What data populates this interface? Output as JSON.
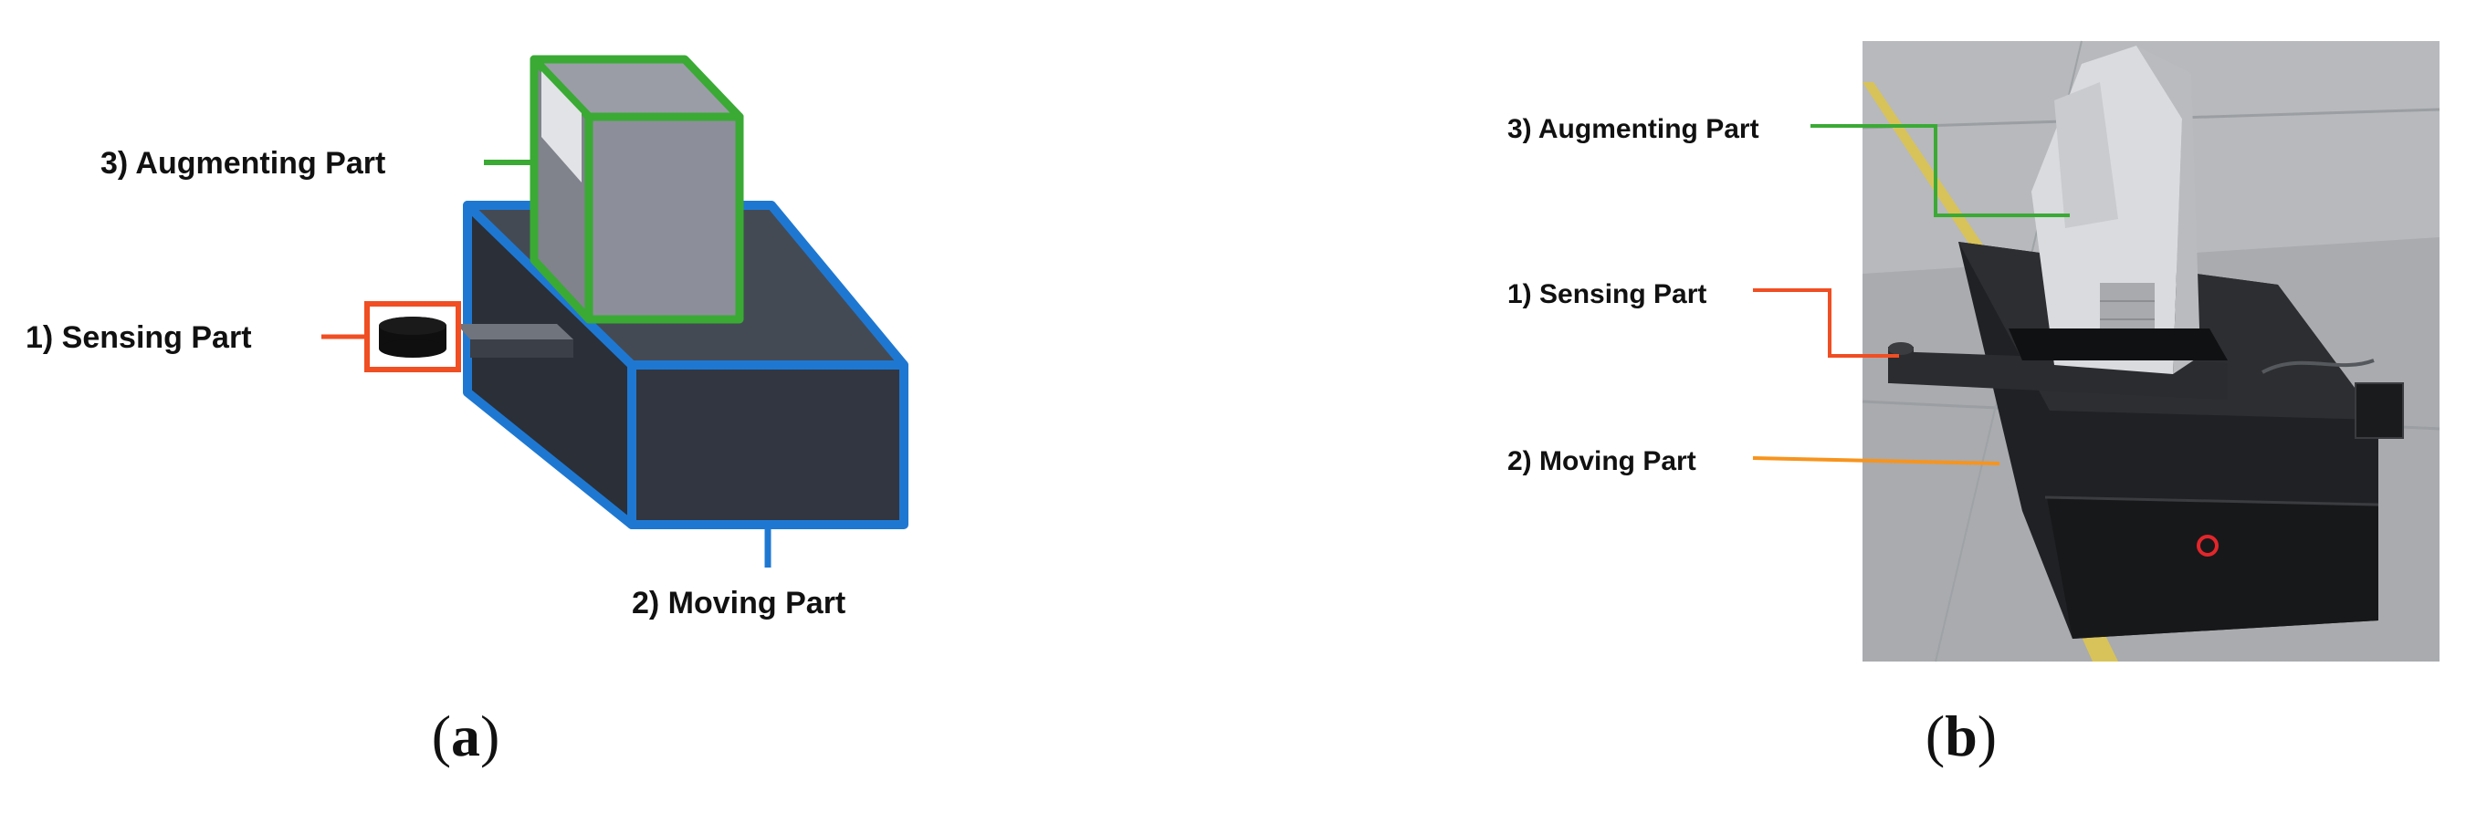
{
  "panel_a": {
    "labels": {
      "augmenting": "3) Augmenting Part",
      "sensing": "1) Sensing Part",
      "moving": "2) Moving Part"
    },
    "caption": {
      "open": "(",
      "letter": "a",
      "close": ")"
    }
  },
  "panel_b": {
    "labels": {
      "augmenting": "3) Augmenting Part",
      "sensing": "1) Sensing Part",
      "moving": "2) Moving Part"
    },
    "caption": {
      "open": "(",
      "letter": "b",
      "close": ")"
    }
  },
  "colors": {
    "augmenting": "#3aaa35",
    "sensing": "#f04e23",
    "moving_a": "#1e78d2",
    "moving_b": "#f7941d",
    "body_dark": "#2e3440",
    "body_top": "#444a54",
    "projector_grey": "#8c8f99"
  }
}
